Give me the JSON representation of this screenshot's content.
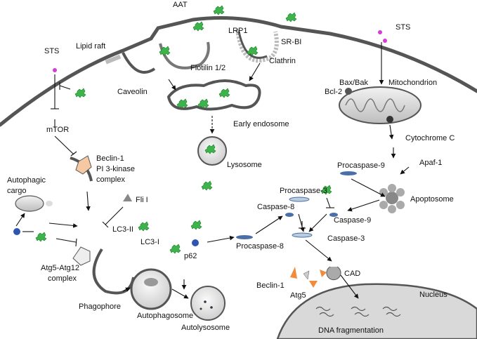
{
  "labels": {
    "aat": "AAT",
    "lrp1": "LRP1",
    "sts_left": "STS",
    "sts_right": "STS",
    "lipid_raft": "Lipid raft",
    "caveolin": "Caveolin",
    "flotilin": "Flotilin 1/2",
    "clathrin": "Clathrin",
    "sr_bi": "SR-BI",
    "bax_bak": "Bax/Bak",
    "bcl2": "Bcl-2",
    "mitochondrion": "Mitochondrion",
    "mtor": "mTOR",
    "early_endosome": "Early endosome",
    "cytochrome_c": "Cytochrome C",
    "beclin1_complex_l1": "Beclin-1",
    "beclin1_complex_l2": "PI 3-kinase",
    "beclin1_complex_l3": "complex",
    "autophagic_cargo_l1": "Autophagic",
    "autophagic_cargo_l2": "cargo",
    "lysosome": "Lysosome",
    "procaspase9": "Procaspase-9",
    "apaf1": "Apaf-1",
    "fli1": "Fli I",
    "apoptosome": "Apoptosome",
    "procaspase3": "Procaspase-3",
    "caspase8": "Caspase-8",
    "lc3_ii": "LC3-II",
    "lc3_i": "LC3-I",
    "caspase9": "Caspase-9",
    "caspase3": "Caspase-3",
    "p62": "p62",
    "procaspase8": "Procaspase-8",
    "atg5_atg12_l1": "Atg5-Atg12",
    "atg5_atg12_l2": "complex",
    "beclin1_frag": "Beclin-1",
    "cad": "CAD",
    "atg5": "Atg5",
    "phagophore": "Phagophore",
    "nucleus": "Nucleus",
    "autophagosome": "Autophagosome",
    "autolysosome": "Autolysosome",
    "dna_fragmentation": "DNA fragmentation"
  },
  "colors": {
    "membrane": "#555555",
    "aat_protein": "#3cb44b",
    "sts": "#d63bd6",
    "caspase": "#4a6fa8",
    "beclin_fragment": "#f08c3c",
    "organelle_fill": "#d9d9d9"
  }
}
